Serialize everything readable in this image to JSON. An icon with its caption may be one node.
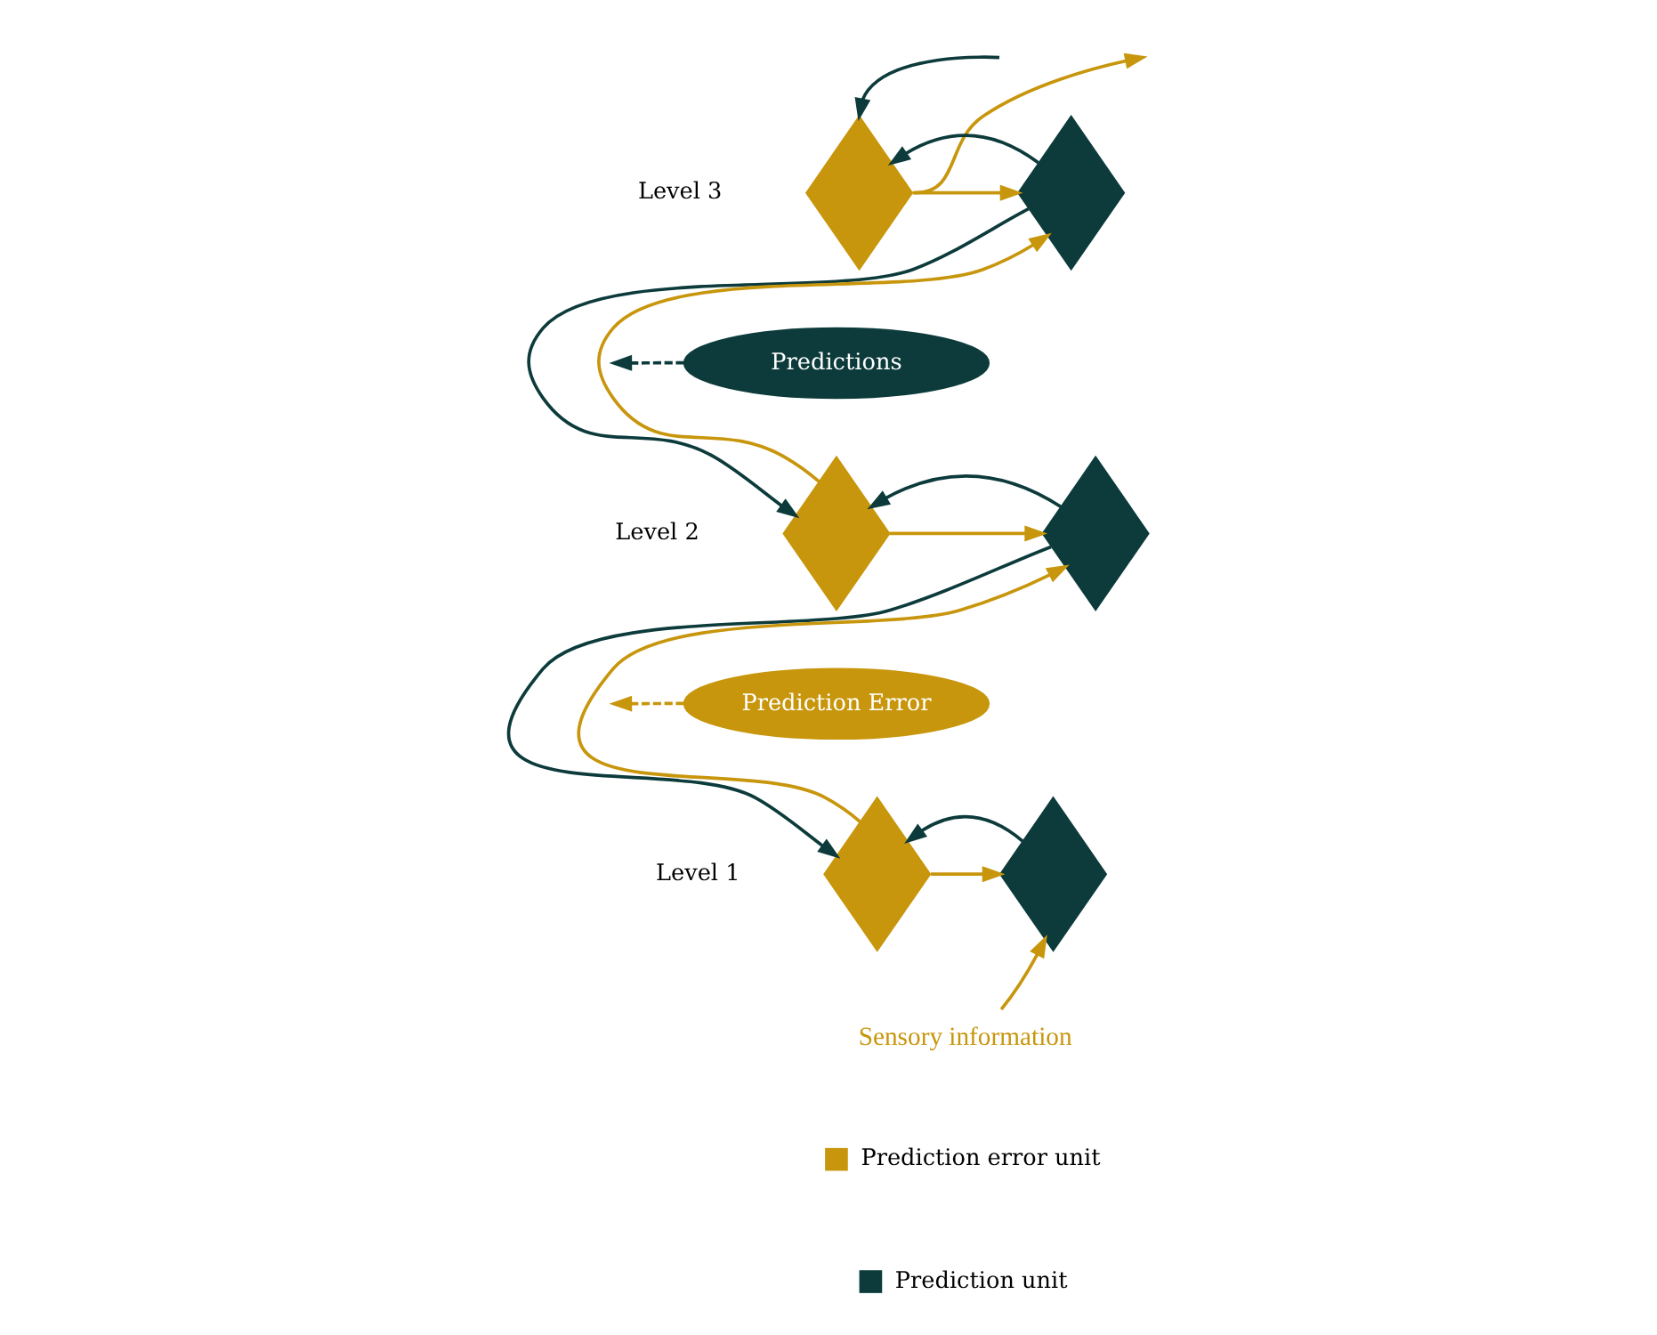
{
  "diagram": {
    "nodes": [
      {
        "text": [],
        "shape": "diamond",
        "beside": [
          "Level 3"
        ]
      },
      {
        "text": [],
        "shape": "diamond"
      },
      {
        "text": [
          "Predictions"
        ]
      },
      {
        "text": [],
        "shape": "diamond",
        "beside": [
          "Level 2"
        ]
      },
      {
        "text": [],
        "shape": "diamond"
      },
      {
        "text": [
          "Prediction Error"
        ]
      },
      {
        "text": [],
        "shape": "diamond",
        "beside": [
          "Level 1"
        ]
      },
      {
        "text": [],
        "shape": "diamond"
      },
      {
        "text": [
          "Sensory information"
        ]
      }
    ],
    "edges": [
      {
        "from": 0,
        "to": null,
        "arrow": "to"
      },
      {
        "from": null,
        "to": 0,
        "arrow": "to",
        "color": "#0d3b3b"
      },
      {
        "from": 0,
        "to": 1,
        "arrow": "to"
      },
      {
        "from": 1,
        "to": 0,
        "arrow": "to",
        "color": "#0d3b3b"
      },
      {
        "from": 1,
        "to": 3,
        "arrow": "to",
        "color": "#0d3b3b"
      },
      {
        "from": 3,
        "to": 1,
        "arrow": "to"
      },
      {
        "from": 2,
        "to": null,
        "arrow": "to",
        "style": "dashed",
        "color": "#0d3b3b"
      },
      {
        "from": 3,
        "to": 4,
        "arrow": "to"
      },
      {
        "from": 4,
        "to": 3,
        "arrow": "to",
        "color": "#0d3b3b"
      },
      {
        "from": 4,
        "to": 6,
        "arrow": "to",
        "color": "#0d3b3b"
      },
      {
        "from": 6,
        "to": 4,
        "arrow": "to"
      },
      {
        "from": 5,
        "to": null,
        "arrow": "to",
        "style": "dashed"
      },
      {
        "from": 6,
        "to": 7,
        "arrow": "to"
      },
      {
        "from": 7,
        "to": 6,
        "arrow": "to",
        "color": "#0d3b3b"
      },
      {
        "from": 8,
        "to": 7,
        "arrow": "to"
      }
    ],
    "legend": [
      {
        "text": "Prediction error unit",
        "color": "#c8960c"
      },
      {
        "text": "Prediction unit",
        "color": "#0d3b3b"
      }
    ]
  }
}
